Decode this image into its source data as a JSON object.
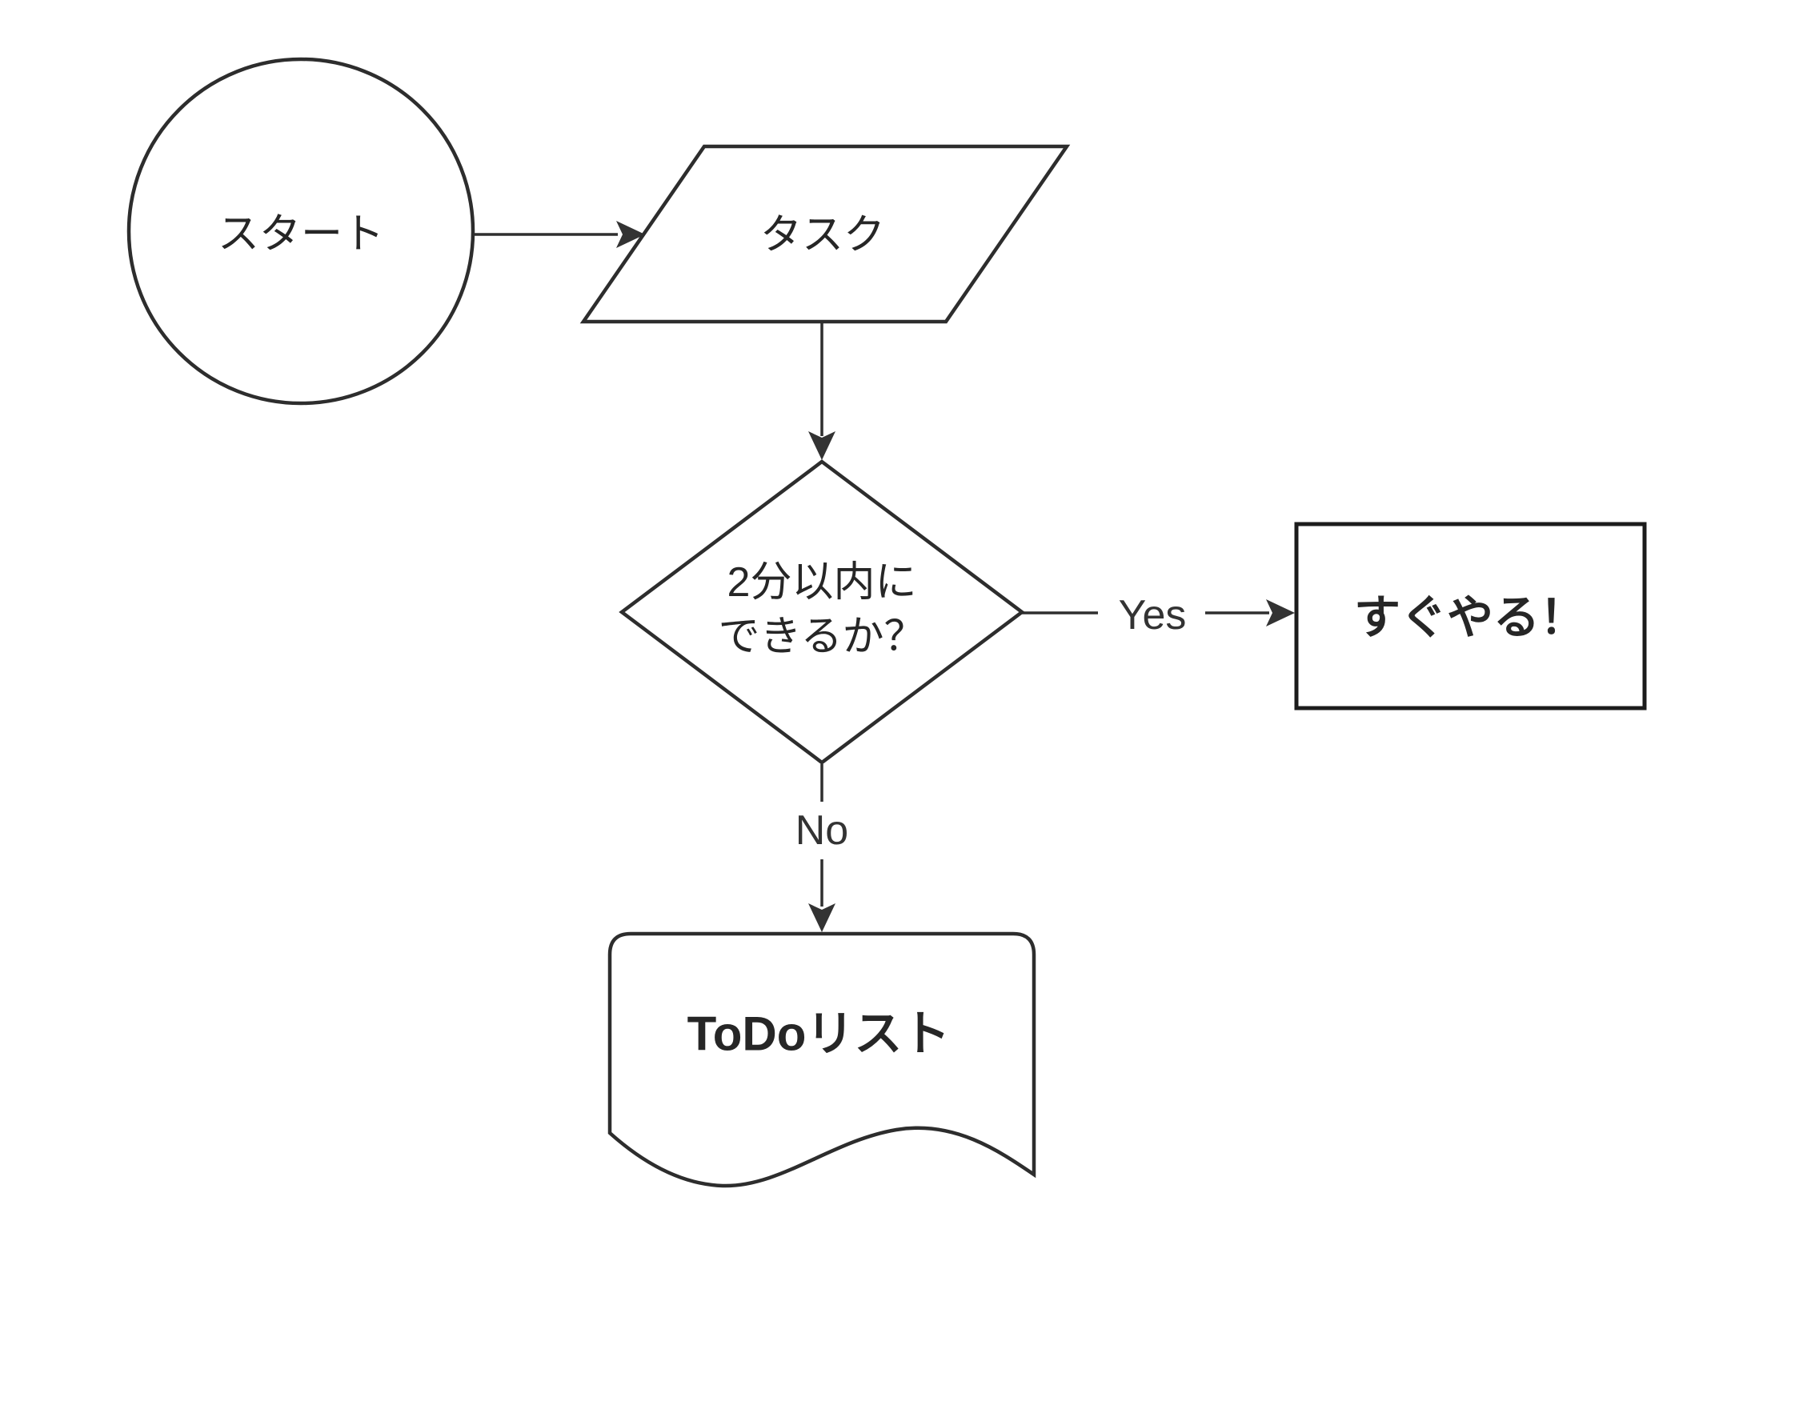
{
  "diagram": {
    "type": "flowchart",
    "background_color": "#ffffff",
    "line_color": "#2d2d2d",
    "text_color": "#262626",
    "nodes": {
      "start": {
        "shape": "circle",
        "label": "スタート"
      },
      "task": {
        "shape": "parallelogram",
        "label": "タスク"
      },
      "decision": {
        "shape": "diamond",
        "label_line1": "2分以内に",
        "label_line2": "できるか？"
      },
      "do_it_now": {
        "shape": "rectangle",
        "label": "すぐやる！",
        "fill_color": "#45de7c"
      },
      "todo_list": {
        "shape": "document",
        "label": "ToDoリスト"
      }
    },
    "edges": {
      "start_to_task": {
        "from": "start",
        "to": "task",
        "label": ""
      },
      "task_to_decision": {
        "from": "task",
        "to": "decision",
        "label": ""
      },
      "decision_yes": {
        "from": "decision",
        "to": "do_it_now",
        "label": "Yes"
      },
      "decision_no": {
        "from": "decision",
        "to": "todo_list",
        "label": "No"
      }
    }
  }
}
